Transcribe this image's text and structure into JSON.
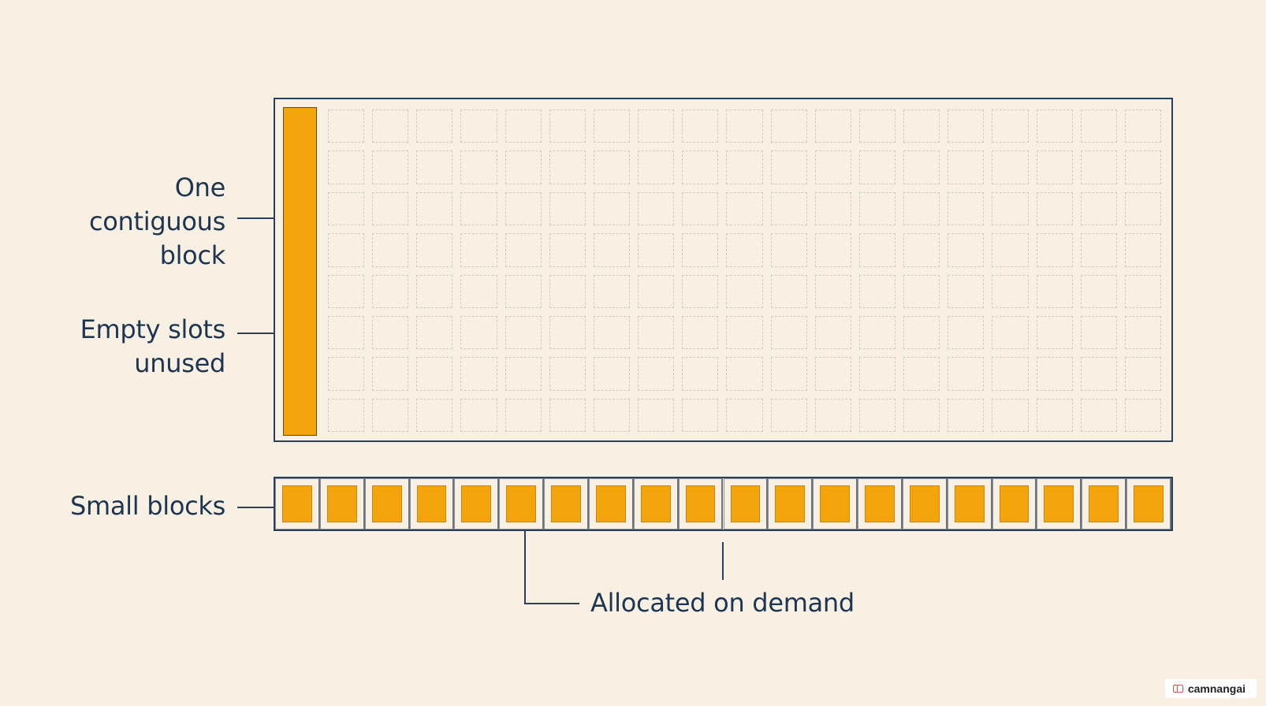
{
  "labels": {
    "contiguous": [
      "One",
      "contiguous",
      "block"
    ],
    "empty_slots": [
      "Empty slots",
      "unused"
    ],
    "small_blocks": "Small blocks",
    "allocated": "Allocated on demand"
  },
  "grid": {
    "rows": 8,
    "columns": 19
  },
  "small_blocks_count": 20,
  "watermark": {
    "text": "camnangai",
    "icon": "book-icon"
  },
  "colors": {
    "background": "#f8f1e3",
    "block_fill": "#f4a50b",
    "outline": "#2a3f5c",
    "text": "#1e3552"
  }
}
